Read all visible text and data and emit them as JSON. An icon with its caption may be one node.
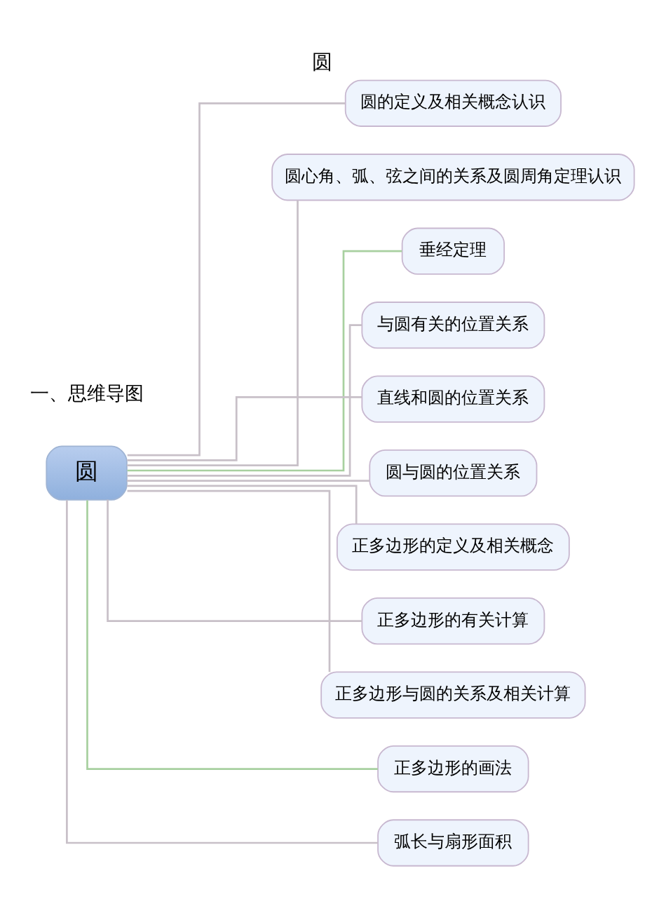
{
  "diagram": {
    "title": "圆",
    "labels": [
      "一、思维导图"
    ],
    "nodes": [
      {
        "text": [
          "圆"
        ]
      },
      {
        "text": [
          "圆的定义及相关概念认识"
        ]
      },
      {
        "text": [
          "圆心角、弧、弦之间的关系及圆周角定理认识"
        ]
      },
      {
        "text": [
          "垂经定理"
        ]
      },
      {
        "text": [
          "与圆有关的位置关系"
        ]
      },
      {
        "text": [
          "直线和圆的位置关系"
        ]
      },
      {
        "text": [
          "圆与圆的位置关系"
        ]
      },
      {
        "text": [
          "正多边形的定义及相关概念"
        ]
      },
      {
        "text": [
          "正多边形的有关计算"
        ]
      },
      {
        "text": [
          "正多边形与圆的关系及相关计算"
        ]
      },
      {
        "text": [
          "正多边形的画法"
        ]
      },
      {
        "text": [
          "弧长与扇形面积"
        ]
      }
    ],
    "edges": [
      {
        "from": 0,
        "to": 1,
        "arrow": "none"
      },
      {
        "from": 0,
        "to": 2,
        "arrow": "none"
      },
      {
        "from": 0,
        "to": 3,
        "arrow": "none",
        "color": "#a8d0a0"
      },
      {
        "from": 0,
        "to": 4,
        "arrow": "none"
      },
      {
        "from": 0,
        "to": 5,
        "arrow": "none"
      },
      {
        "from": 0,
        "to": 6,
        "arrow": "none"
      },
      {
        "from": 0,
        "to": 7,
        "arrow": "none"
      },
      {
        "from": 0,
        "to": 8,
        "arrow": "none"
      },
      {
        "from": 0,
        "to": 9,
        "arrow": "none"
      },
      {
        "from": 0,
        "to": 10,
        "arrow": "none",
        "color": "#a8d0a0"
      },
      {
        "from": 0,
        "to": 11,
        "arrow": "none"
      }
    ]
  }
}
